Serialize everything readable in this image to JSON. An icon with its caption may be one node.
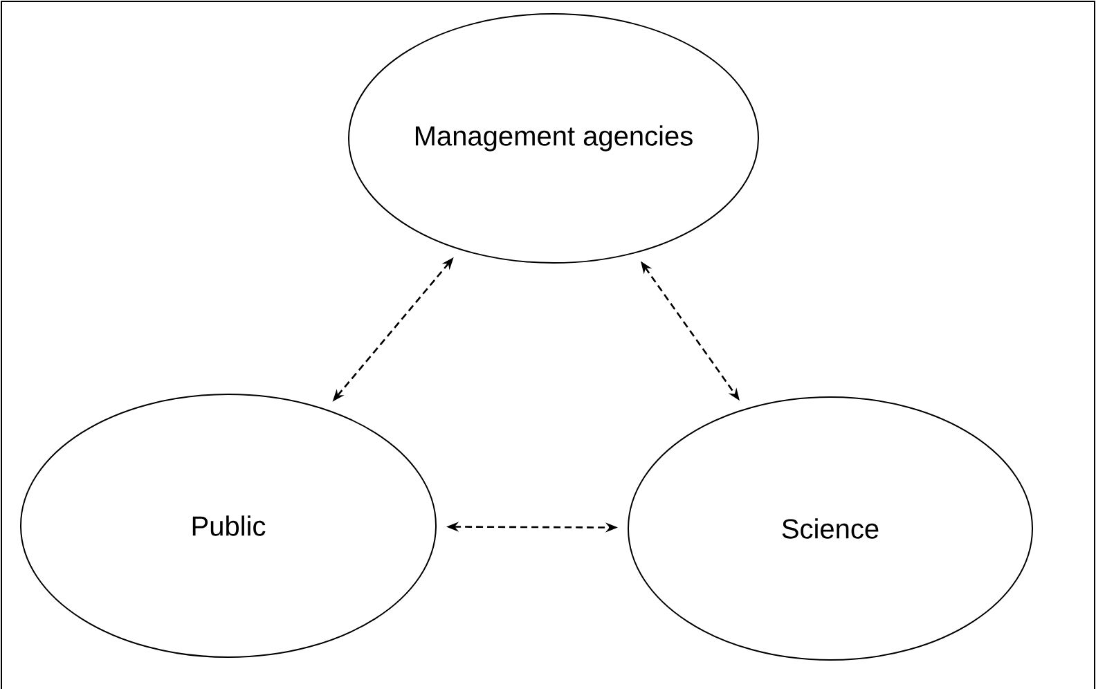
{
  "diagram": {
    "nodes": [
      {
        "text": [
          "Management agencies"
        ]
      },
      {
        "text": [
          "Public"
        ]
      },
      {
        "text": [
          "Science"
        ]
      }
    ],
    "edges": [
      {
        "from": 0,
        "to": 1,
        "arrow": "both",
        "style": "dashed"
      },
      {
        "from": 0,
        "to": 2,
        "arrow": "both",
        "style": "dashed"
      },
      {
        "from": 1,
        "to": 2,
        "arrow": "both",
        "style": "dashed"
      }
    ]
  }
}
